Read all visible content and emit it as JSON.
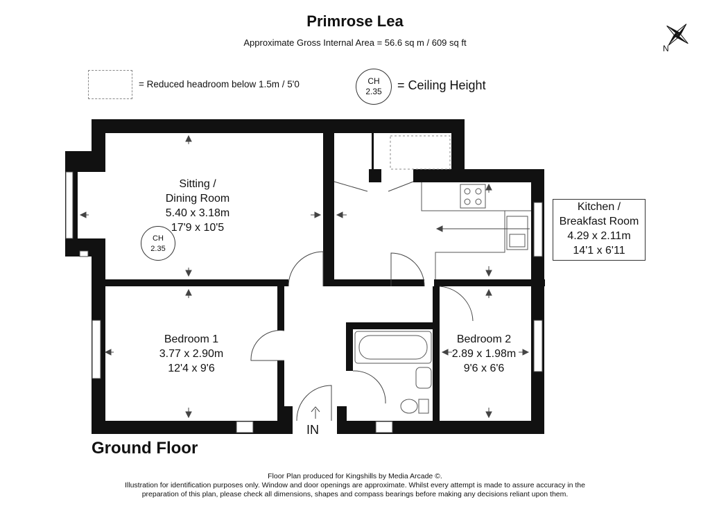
{
  "header": {
    "title": "Primrose Lea",
    "subtitle": "Approximate Gross Internal Area = 56.6 sq m / 609 sq ft"
  },
  "legend": {
    "reduced_headroom": "= Reduced headroom below 1.5m / 5'0",
    "ch_label": "CH",
    "ch_value": "2.35",
    "ch_meaning": "= Ceiling Height"
  },
  "rooms": {
    "sitting": {
      "line1": "Sitting /",
      "line2": "Dining Room",
      "metric": "5.40 x 3.18m",
      "imperial": "17'9 x 10'5",
      "ch_label": "CH",
      "ch_value": "2.35"
    },
    "kitchen": {
      "line1": "Kitchen /",
      "line2": "Breakfast Room",
      "metric": "4.29 x 2.11m",
      "imperial": "14'1 x 6'11"
    },
    "bedroom1": {
      "name": "Bedroom 1",
      "metric": "3.77 x 2.90m",
      "imperial": "12'4 x 9'6"
    },
    "bedroom2": {
      "name": "Bedroom 2",
      "metric": "2.89 x 1.98m",
      "imperial": "9'6 x 6'6"
    }
  },
  "entrance_label": "IN",
  "floor_label": "Ground Floor",
  "compass": {
    "north_label": "N",
    "icon": "compass-rose-icon"
  },
  "footer": {
    "line1": "Floor Plan produced for Kingshills by Media Arcade ©.",
    "line2": "Illustration for identification purposes only. Window and door openings are approximate. Whilst every attempt is made to assure accuracy in the",
    "line3": "preparation of this plan, please check all dimensions, shapes and compass bearings before making any decisions reliant upon them."
  },
  "colors": {
    "wall": "#111111",
    "line": "#555555"
  }
}
